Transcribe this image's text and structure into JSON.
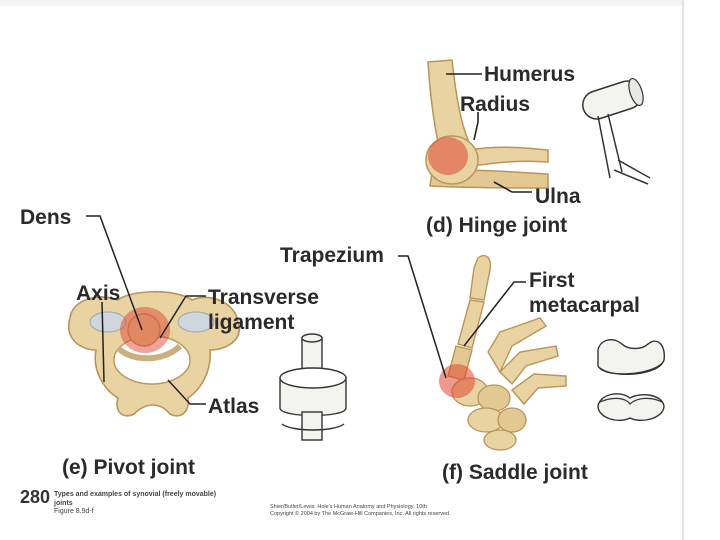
{
  "labels": {
    "humerus": "Humerus",
    "radius": "Radius",
    "ulna": "Ulna",
    "hinge_caption": "(d) Hinge joint",
    "dens": "Dens",
    "axis": "Axis",
    "transverse_line1": "Transverse",
    "transverse_line2": "ligament",
    "atlas": "Atlas",
    "pivot_caption": "(e) Pivot joint",
    "trapezium": "Trapezium",
    "first_line1": "First",
    "first_line2": "metacarpal",
    "saddle_caption": "(f) Saddle joint"
  },
  "footer": {
    "page_number": "280",
    "figure_title_line1": "Types and examples of synovial (freely movable)",
    "figure_title_line2": "joints",
    "figure_ref": "Figure 8.9d-f",
    "credit_line1": "Shier/Butler/Lewis: Hole's Human Anatomy and Physiology, 10th",
    "credit_line2": "Copyright © 2004 by The McGraw-Hill Companies, Inc. All rights reserved."
  },
  "colors": {
    "bone": "#e9d3a2",
    "bone_shadow": "#b8955a",
    "joint_highlight": "#e0452f",
    "model_fill": "#f3f3f0",
    "model_stroke": "#333333"
  }
}
